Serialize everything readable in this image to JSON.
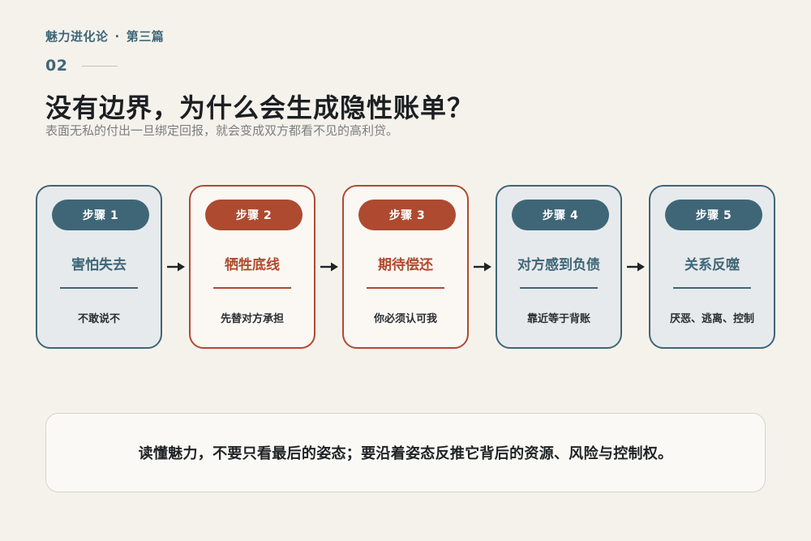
{
  "header": {
    "series_name": "魅力进化论",
    "separator": "·",
    "part": "第三篇",
    "number": "02",
    "title": "没有边界，为什么会生成隐性账单？",
    "subtitle": "表面无私的付出一旦绑定回报，就会变成双方都看不见的高利贷。"
  },
  "steps": [
    {
      "badge": "步骤 1",
      "heading": "害怕失去",
      "desc": "不敢说不",
      "tone": "cool"
    },
    {
      "badge": "步骤 2",
      "heading": "牺牲底线",
      "desc": "先替对方承担",
      "tone": "warm"
    },
    {
      "badge": "步骤 3",
      "heading": "期待偿还",
      "desc": "你必须认可我",
      "tone": "warm"
    },
    {
      "badge": "步骤 4",
      "heading": "对方感到负债",
      "desc": "靠近等于背账",
      "tone": "cool"
    },
    {
      "badge": "步骤 5",
      "heading": "关系反噬",
      "desc": "厌恶、逃离、控制",
      "tone": "cool"
    }
  ],
  "summary": {
    "text": "读懂魅力，不要只看最后的姿态；要沿着姿态反推它背后的资源、风险与控制权。"
  },
  "colors": {
    "background": "#f5f2ec",
    "cool_accent": "#3f6677",
    "warm_accent": "#b04a30",
    "arrow": "#1f2326"
  }
}
